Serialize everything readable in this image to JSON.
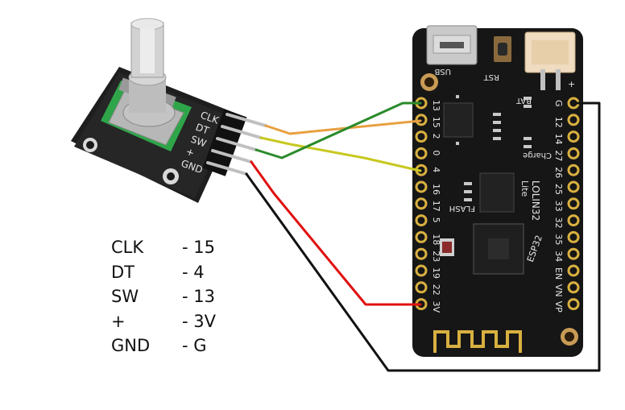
{
  "encoder": {
    "labels": [
      "CLK",
      "DT",
      "SW",
      "+",
      "GND"
    ]
  },
  "board": {
    "usb_label": "USB",
    "rst_label": "RST",
    "bat_label": "BAT",
    "plus_label": "+",
    "charge_label": "Charge",
    "model_label": "LOLIN32",
    "lite_label": "Lite",
    "flash_label": "FLASH",
    "esp_label": "ESP32",
    "left_pins": [
      "13",
      "15",
      "2",
      "0",
      "4",
      "16",
      "17",
      "5",
      "18",
      "23",
      "19",
      "22",
      "3V"
    ],
    "right_pins": [
      "G",
      "12",
      "14",
      "27",
      "26",
      "25",
      "33",
      "32",
      "35",
      "34",
      "EN",
      "VN",
      "VP"
    ]
  },
  "colors": {
    "clk_wire": "#e8a040",
    "dt_wire": "#c8c820",
    "sw_wire": "#2a8a2a",
    "vcc_wire": "#e01010",
    "gnd_wire": "#111111",
    "board": "#161616",
    "pcb_blue": "#2a2a2a",
    "gold": "#d8b040"
  },
  "legend": [
    {
      "name": "CLK",
      "value": "- 15"
    },
    {
      "name": "DT",
      "value": "- 4"
    },
    {
      "name": "SW",
      "value": "- 13"
    },
    {
      "name": "+",
      "value": "- 3V"
    },
    {
      "name": "GND",
      "value": "- G"
    }
  ]
}
